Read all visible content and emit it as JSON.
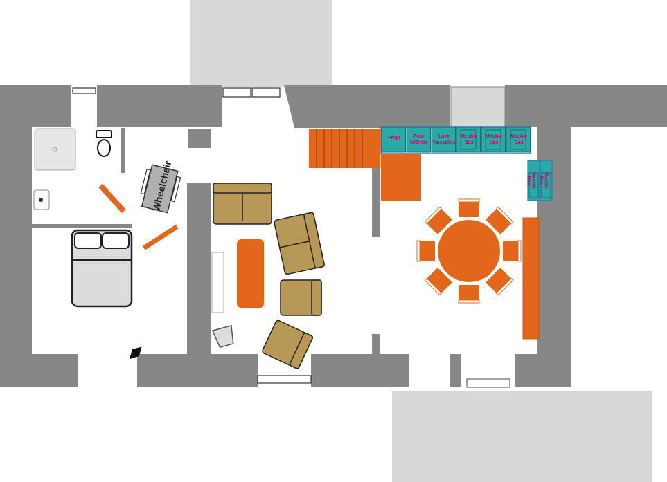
{
  "colors": {
    "wall": "#878787",
    "terrace": "#d8d8d8",
    "accent_orange": "#e2671a",
    "sofa": "#b89857",
    "cabinet": "#2aaaa6",
    "cabinet_label": "#c8006e",
    "bed_sheet": "#dcdcdc",
    "bathroom_fixture": "#e6e6e6",
    "wheelchair": "#b0b0b0"
  },
  "labels": {
    "wheelchair": "Wheelchair"
  },
  "kitchen": {
    "top_cabinets": [
      {
        "l1": "Frigo",
        "l2": ""
      },
      {
        "l1": "Four",
        "l2": "M/Onde"
      },
      {
        "l1": "Lave",
        "l2": "Vaisselles"
      },
      {
        "l1": "Meuble",
        "l2": "Bas"
      },
      {
        "l1": "Meuble",
        "l2": "Bas"
      },
      {
        "l1": "Meuble",
        "l2": "Bas"
      }
    ],
    "side_cabinets": [
      {
        "l1": "Meuble",
        "l2": "Bas"
      },
      {
        "l1": "Meuble",
        "l2": "Bas"
      }
    ]
  },
  "dining": {
    "chair_count": 8
  }
}
